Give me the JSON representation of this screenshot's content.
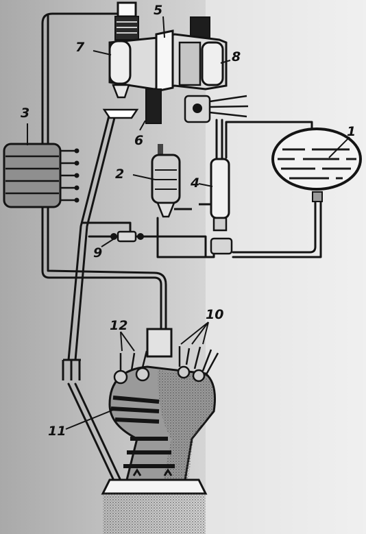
{
  "callouts": [
    {
      "id": "c1",
      "text": "1"
    },
    {
      "id": "c2",
      "text": "2"
    },
    {
      "id": "c3",
      "text": "3"
    },
    {
      "id": "c4",
      "text": "4"
    },
    {
      "id": "c5",
      "text": "5"
    },
    {
      "id": "c6",
      "text": "6"
    },
    {
      "id": "c7",
      "text": "7"
    },
    {
      "id": "c8",
      "text": "8"
    },
    {
      "id": "c9",
      "text": "9"
    },
    {
      "id": "c10",
      "text": "10"
    },
    {
      "id": "c11",
      "text": "11"
    },
    {
      "id": "c12",
      "text": "12"
    }
  ],
  "colors": {
    "ink": "#141414",
    "page_left": "#bdbdbd",
    "page_right": "#ececec",
    "stipple": "#7a7a7a"
  }
}
